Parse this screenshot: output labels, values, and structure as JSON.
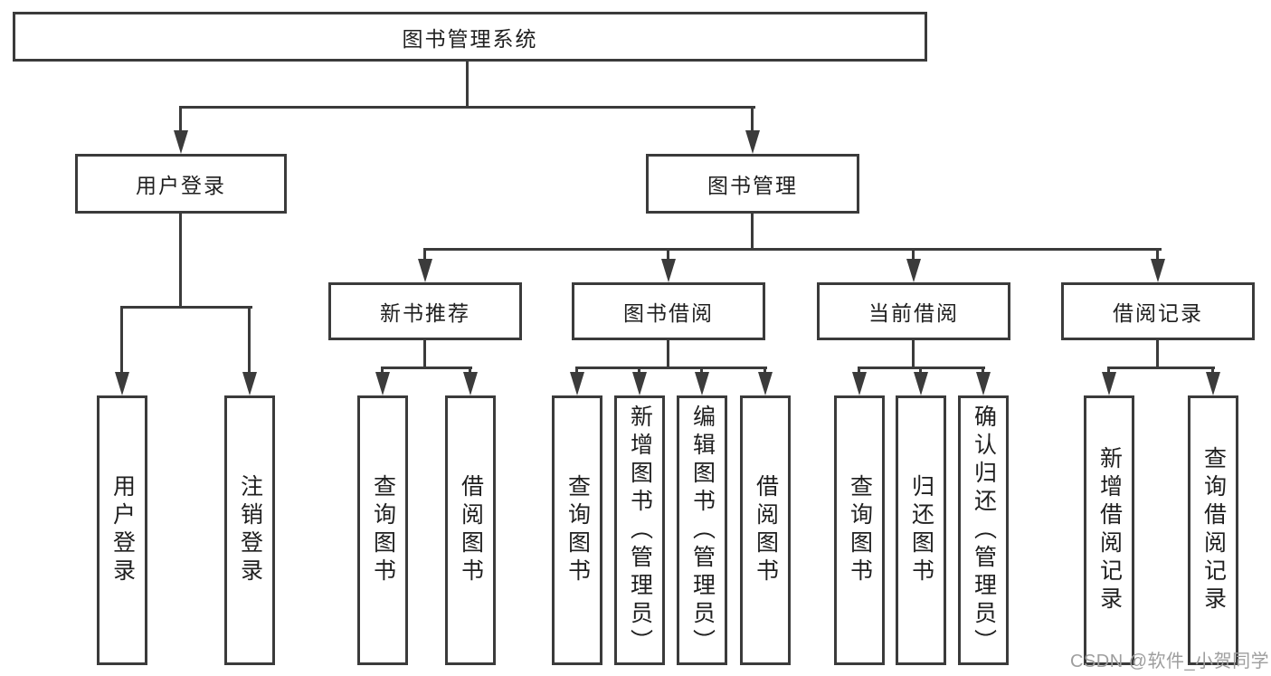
{
  "colors": {
    "line": "#3b3b3b",
    "text": "#1f1f1f",
    "background": "#ffffff",
    "watermark": "#9e9e9e"
  },
  "watermark": "CSDN @软件_小贺同学",
  "tree": {
    "root": {
      "label": "图书管理系统"
    },
    "branches": [
      {
        "label": "用户登录",
        "children": [
          {
            "label": "用户登录"
          },
          {
            "label": "注销登录"
          }
        ]
      },
      {
        "label": "图书管理",
        "sections": [
          {
            "label": "新书推荐",
            "children": [
              {
                "label": "查询图书"
              },
              {
                "label": "借阅图书"
              }
            ]
          },
          {
            "label": "图书借阅",
            "children": [
              {
                "label": "查询图书"
              },
              {
                "label": "新增图书（管理员）"
              },
              {
                "label": "编辑图书（管理员）"
              },
              {
                "label": "借阅图书"
              }
            ]
          },
          {
            "label": "当前借阅",
            "children": [
              {
                "label": "查询图书"
              },
              {
                "label": "归还图书"
              },
              {
                "label": "确认归还（管理员）"
              }
            ]
          },
          {
            "label": "借阅记录",
            "children": [
              {
                "label": "新增借阅记录"
              },
              {
                "label": "查询借阅记录"
              }
            ]
          }
        ]
      }
    ]
  }
}
